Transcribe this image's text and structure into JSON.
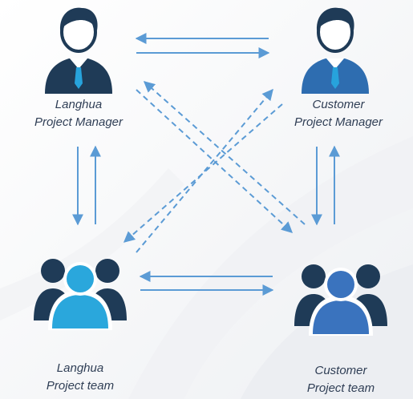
{
  "nodes": {
    "langhua_manager": {
      "line1": "Langhua",
      "line2": "Project Manager",
      "icon": "manager-icon",
      "color": "#1f3b57"
    },
    "customer_manager": {
      "line1": "Customer",
      "line2": "Project Manager",
      "icon": "manager-icon",
      "color": "#2e6db0"
    },
    "langhua_team": {
      "line1": "Langhua",
      "line2": "Project team",
      "icon": "team-icon",
      "color": "#2aa7dc"
    },
    "customer_team": {
      "line1": "Customer",
      "line2": "Project team",
      "icon": "team-icon",
      "color": "#3a73be"
    }
  },
  "colors": {
    "arrow": "#5b9bd5",
    "dark": "#1f3b57",
    "tie": "#27a3dc"
  }
}
